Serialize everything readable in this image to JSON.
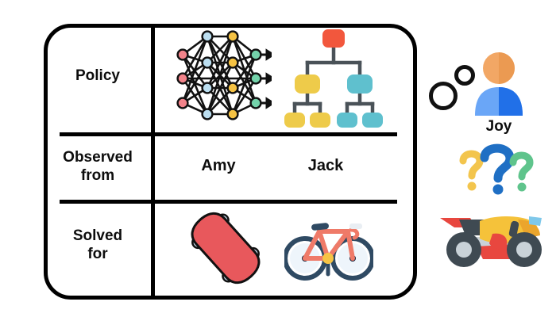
{
  "figure": {
    "type": "comparison-table-diagram",
    "table": {
      "rows": [
        {
          "label": "Policy",
          "cells": [
            {
              "icon": "neural-network-icon",
              "caption": ""
            },
            {
              "icon": "decision-tree-icon",
              "caption": ""
            }
          ]
        },
        {
          "label": "Observed from",
          "label_line1": "Observed",
          "label_line2": "from",
          "cells": [
            {
              "icon": "",
              "caption": "Amy"
            },
            {
              "icon": "",
              "caption": "Jack"
            }
          ]
        },
        {
          "label": "Solved for",
          "label_line1": "Solved",
          "label_line2": "for",
          "cells": [
            {
              "icon": "skateboard-icon",
              "caption": ""
            },
            {
              "icon": "bicycle-icon",
              "caption": ""
            }
          ]
        }
      ]
    },
    "side_panel": {
      "person_name": "Joy",
      "person_icon": "person-avatar-icon",
      "thought_bubbles_icon": "thought-bubbles-icon",
      "question_marks_icon": "three-question-marks-icon",
      "target_icon": "motorcycle-icon"
    },
    "colors": {
      "border": "#000000",
      "text": "#0d0d0d",
      "nn_input_node": "#f2838a",
      "nn_hidden_blue": "#bcdff1",
      "nn_hidden_orange": "#f5c243",
      "nn_output_node": "#74d3ab",
      "tree_root": "#f2573d",
      "tree_yellow": "#eecb4a",
      "tree_teal": "#5fc0ce",
      "tree_connector": "#4a5258",
      "skateboard_deck": "#e8585c",
      "skateboard_truck": "#9b9b9b",
      "skateboard_wheel": "#cfe3f5",
      "bike_frame": "#ef7a68",
      "bike_wheel": "#2f4a63",
      "bike_hub": "#f6c445",
      "avatar_head": "#f2a765",
      "avatar_body_light": "#6aa6f7",
      "avatar_body_dark": "#2170e8",
      "q_yellow": "#f3c54d",
      "q_blue": "#1f6fc4",
      "q_green": "#5fc48c",
      "moto_yellow": "#f5c23a",
      "moto_red": "#e8473f",
      "moto_dark": "#3f4a52",
      "moto_gray": "#c9d2d8"
    }
  }
}
